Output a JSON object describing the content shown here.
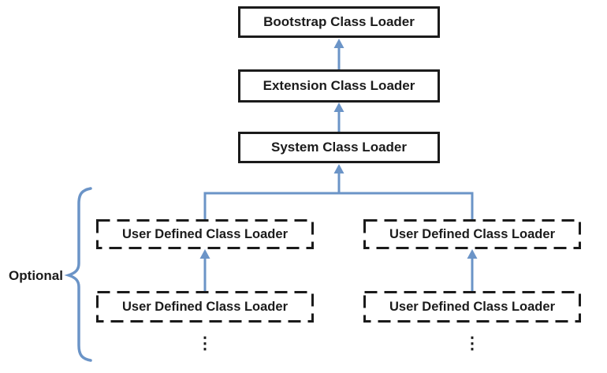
{
  "diagram": {
    "nodes": {
      "bootstrap": {
        "label": "Bootstrap Class Loader"
      },
      "extension": {
        "label": "Extension Class Loader"
      },
      "system": {
        "label": "System Class Loader"
      },
      "user_top_left": {
        "label": "User Defined Class Loader"
      },
      "user_top_right": {
        "label": "User Defined Class Loader"
      },
      "user_bottom_left": {
        "label": "User Defined Class Loader"
      },
      "user_bottom_right": {
        "label": "User Defined Class Loader"
      }
    },
    "optional_label": "Optional",
    "ellipsis_left": "⋮",
    "ellipsis_right": "⋮",
    "icons": {
      "arrow-up-icon": "↑",
      "curly-brace-icon": "{"
    }
  },
  "colors": {
    "accent": "#6b94c7",
    "ink": "#1b1b1b",
    "background": "#ffffff"
  }
}
